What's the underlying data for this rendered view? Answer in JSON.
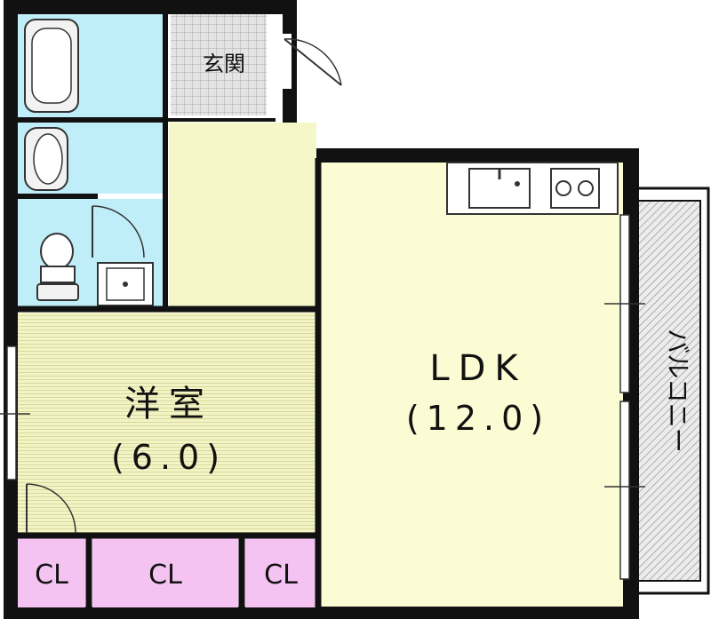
{
  "rooms": {
    "genkan": "玄関",
    "yoshitsu_name": "洋室",
    "yoshitsu_size": "(6.0)",
    "ldk_name": "LDK",
    "ldk_size": "(12.0)",
    "balcony": "バルコニー",
    "closet_1": "CL",
    "closet_2": "CL",
    "closet_3": "CL"
  },
  "colors": {
    "wall": "#111111",
    "bath": "#bfeef9",
    "ldk_floor": "#fbfbd4",
    "western_floor": "#f3f4c6",
    "closet": "#f4c3f2",
    "entrance_tile": "#c8c8c8",
    "balcony": "#d9d9d9"
  }
}
